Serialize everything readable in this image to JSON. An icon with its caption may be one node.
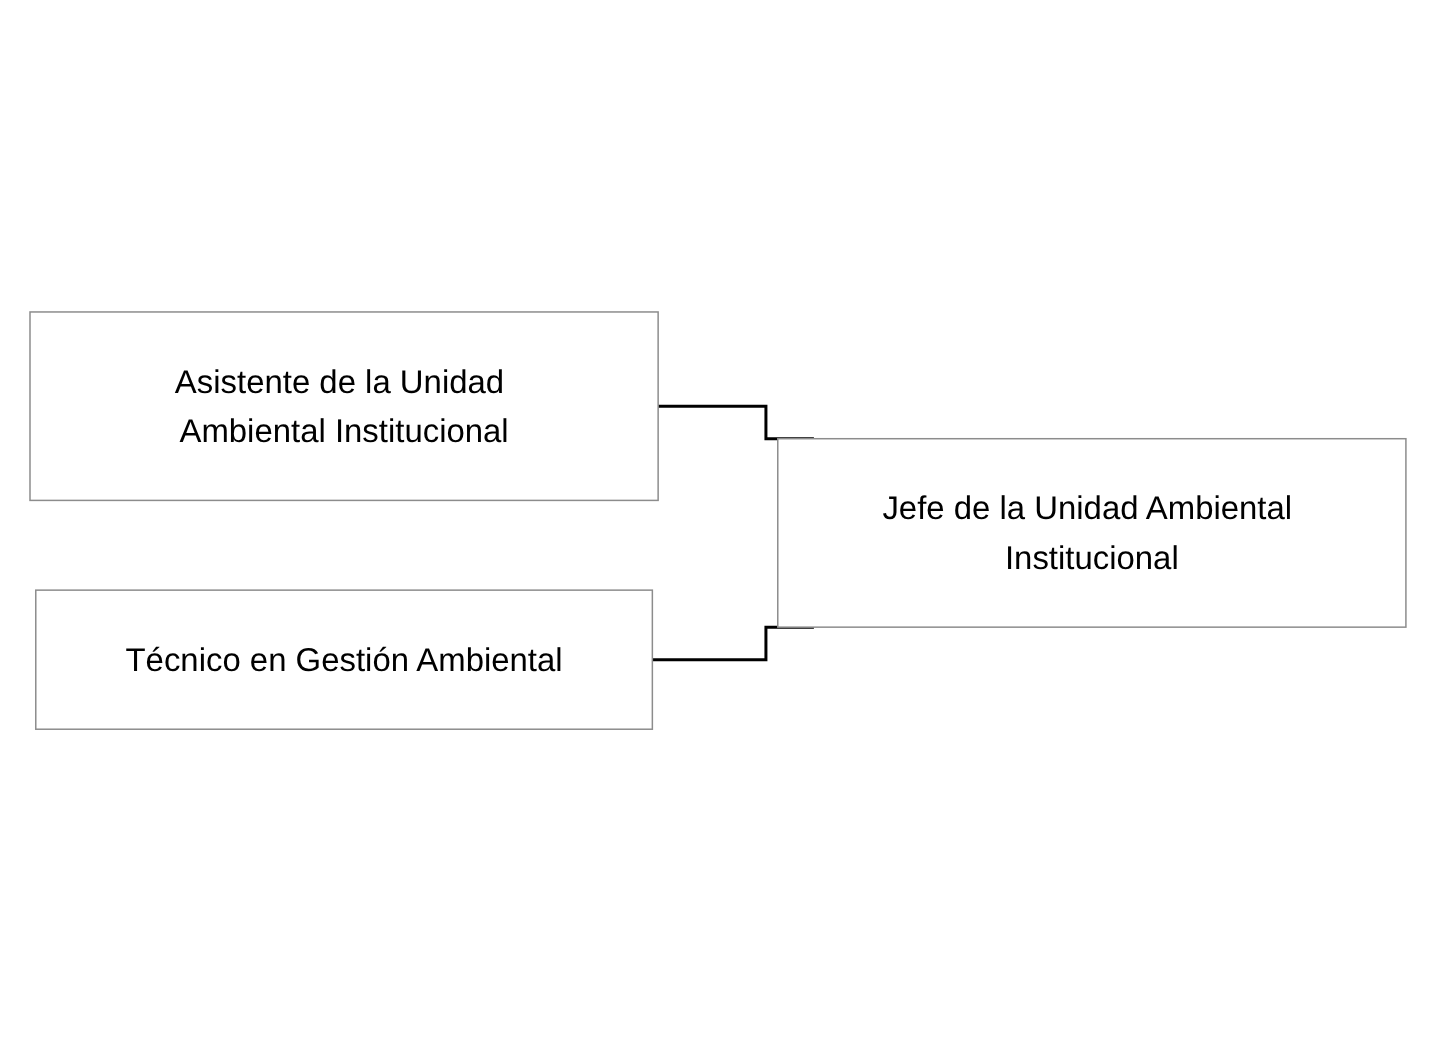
{
  "diagram": {
    "nodes": [
      {
        "text": [
          "Jefe de la Unidad Ambiental Institucional"
        ]
      },
      {
        "text": [
          "Asistente de la Unidad Ambiental Institucional"
        ]
      },
      {
        "text": [
          "Técnico en Gestión Ambiental"
        ]
      }
    ],
    "edges": [
      {
        "from": 0,
        "to": 1,
        "arrow": "none"
      },
      {
        "from": 0,
        "to": 2,
        "arrow": "none"
      }
    ]
  }
}
